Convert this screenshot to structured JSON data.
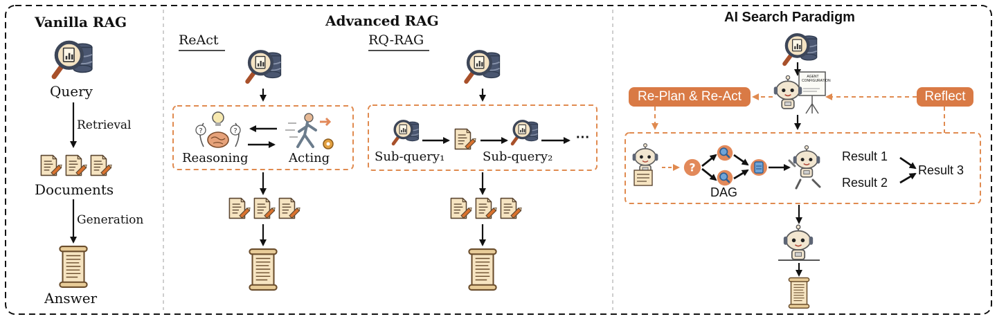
{
  "panels": {
    "vanilla": {
      "title": "Vanilla RAG",
      "query_label": "Query",
      "retrieval_label": "Retrieval",
      "documents_label": "Documents",
      "generation_label": "Generation",
      "answer_label": "Answer"
    },
    "advanced": {
      "title": "Advanced RAG",
      "react": {
        "title": "ReAct",
        "reasoning_label": "Reasoning",
        "acting_label": "Acting"
      },
      "rqrag": {
        "title": "RQ-RAG",
        "subquery1_label": "Sub-query₁",
        "subquery2_label": "Sub-query₂",
        "ellipsis": "···"
      }
    },
    "ai_search": {
      "title": "AI Search Paradigm",
      "replan_label": "Re-Plan & Re-Act",
      "reflect_label": "Reflect",
      "board_text": "AGENT CONFIGURATION",
      "dag_label": "DAG",
      "result1_label": "Result 1",
      "result2_label": "Result 2",
      "result3_label": "Result 3"
    }
  },
  "colors": {
    "accent": "#d97a45",
    "dashed_orange": "#e08a4f",
    "paper": "#f6e4c1",
    "paper_dark": "#c49a5a",
    "pencil": "#d9722e"
  },
  "icon_names": [
    "search-database-icon",
    "document-icon",
    "scroll-icon",
    "robot-icon",
    "brain-icon",
    "runner-icon",
    "question-icon",
    "search-circle-icon",
    "config-board-icon"
  ]
}
